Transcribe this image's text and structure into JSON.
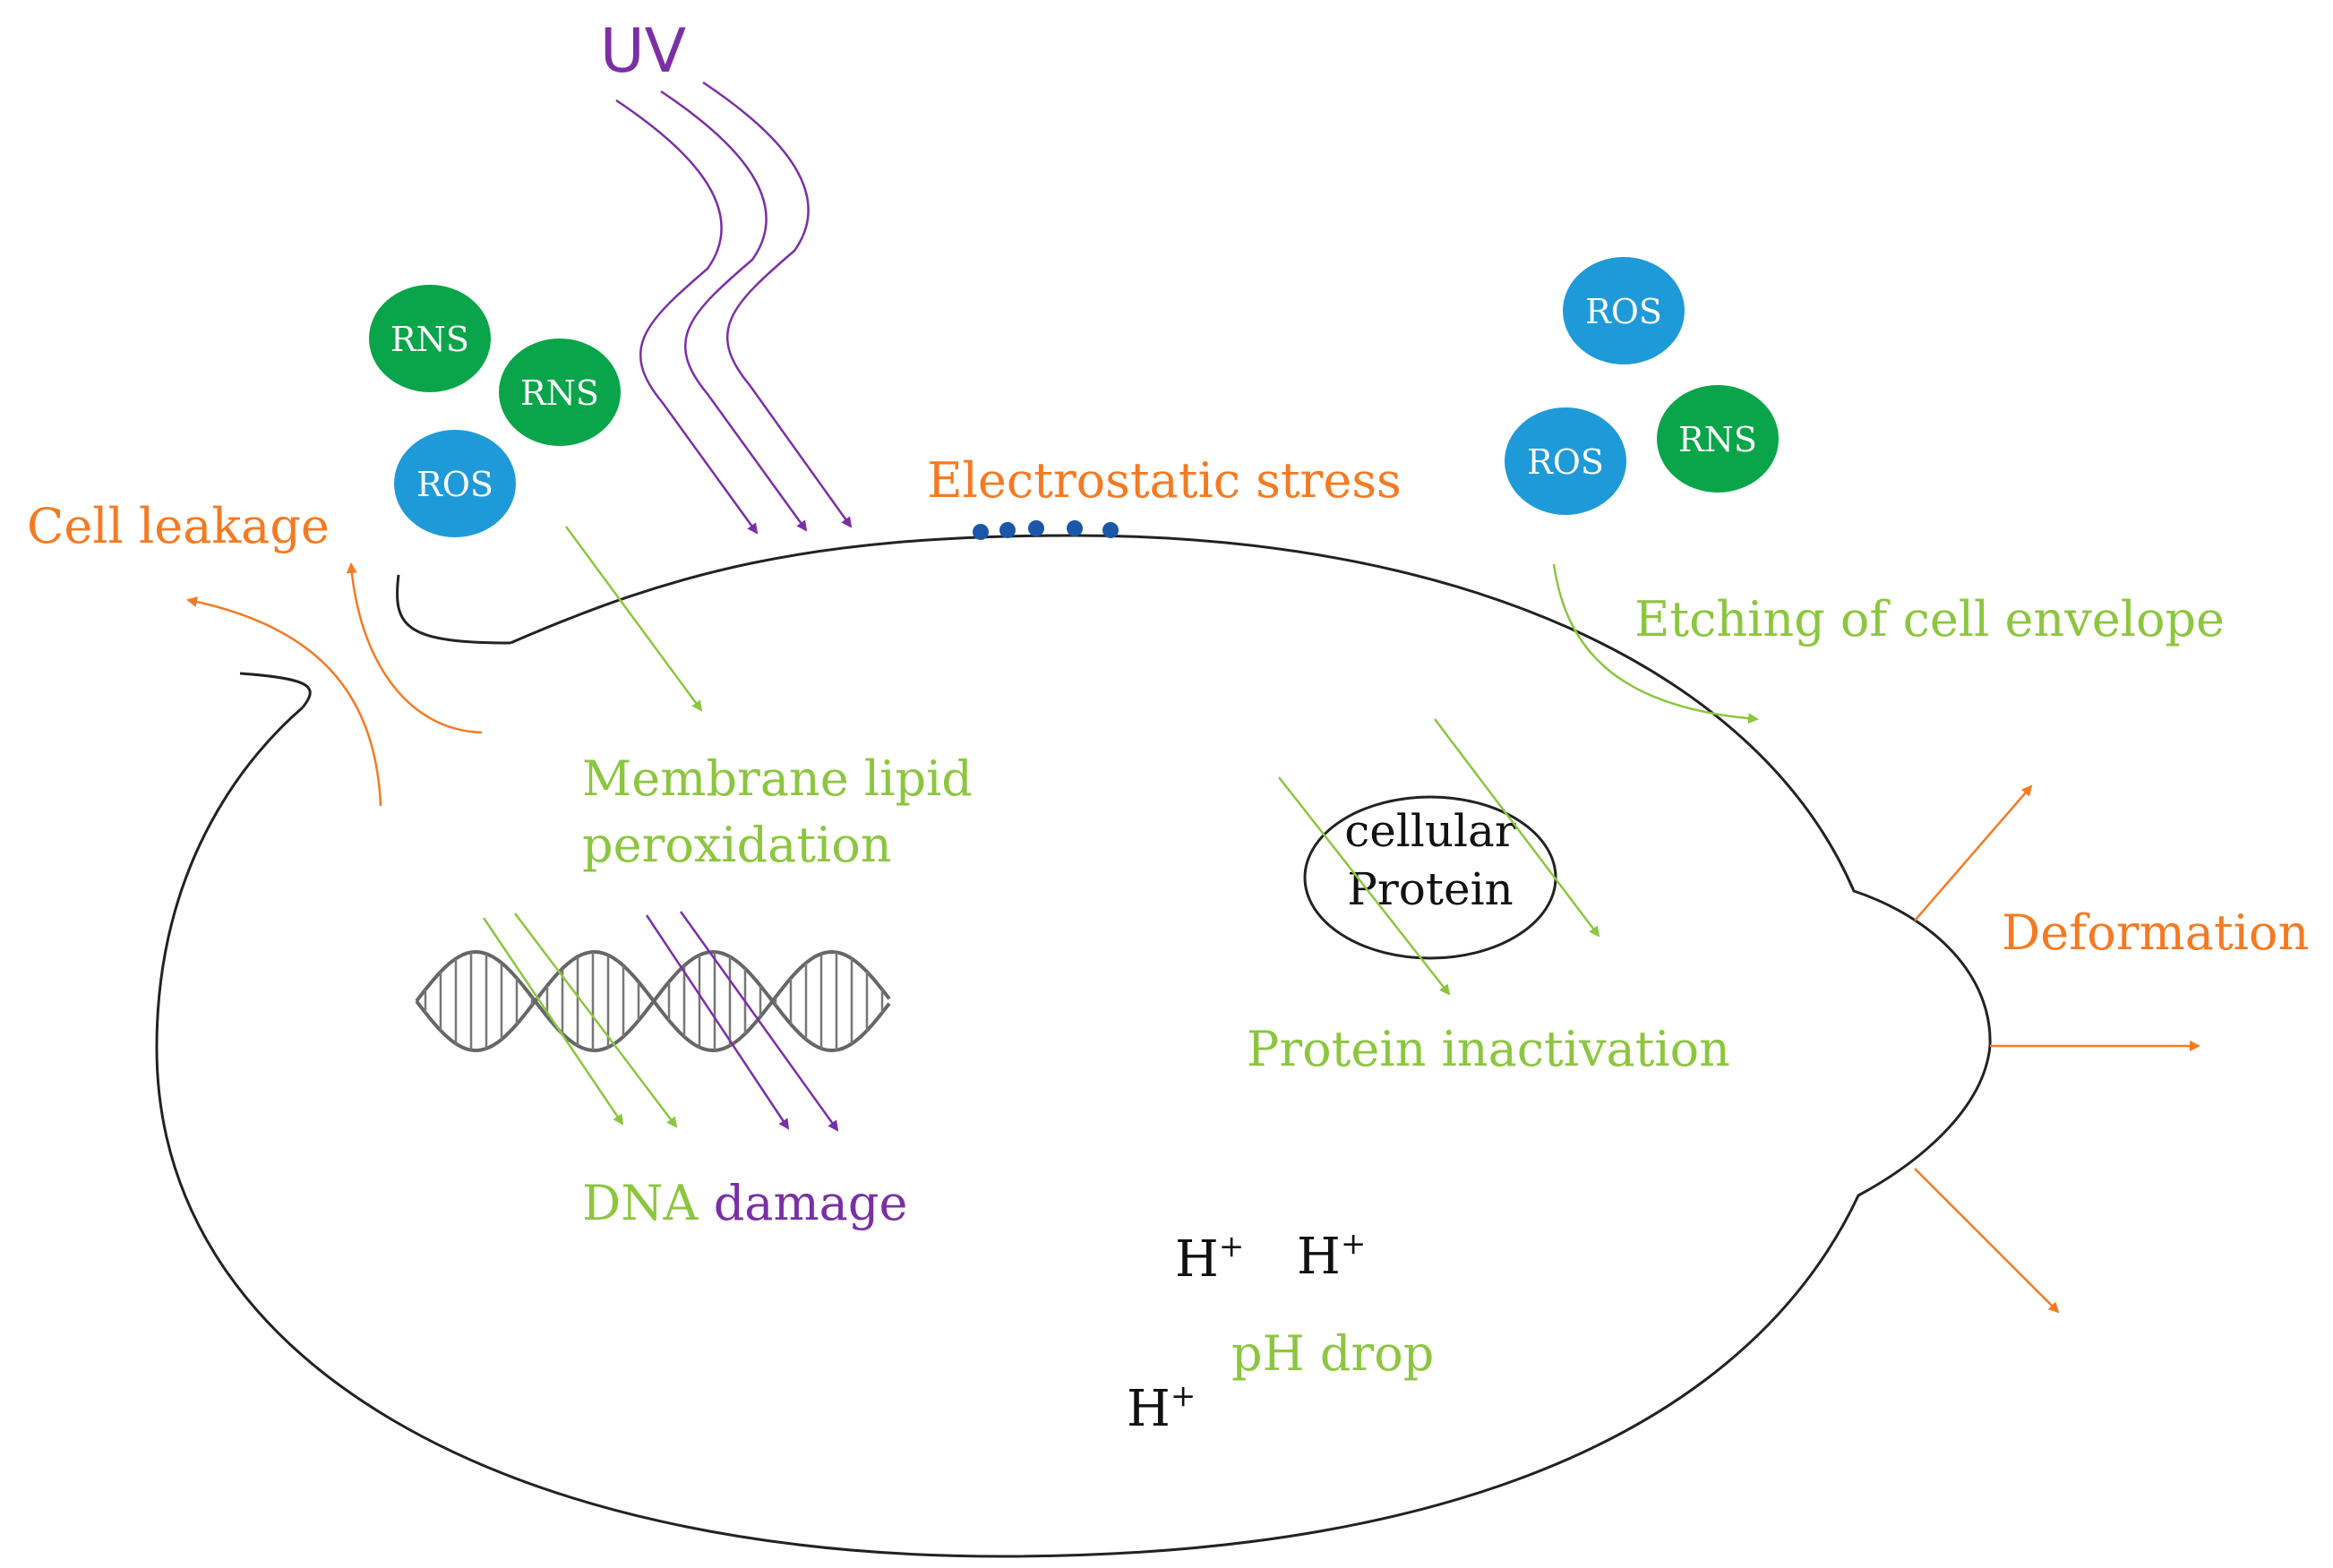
{
  "colors": {
    "orange": "#f47a22",
    "green": "#8cc63f",
    "purple": "#7b2fa5",
    "ros_blue": "#1f9ad8",
    "rns_green": "#0aa54a",
    "black": "#222222",
    "charge_blue": "#1b57a8"
  },
  "labels": {
    "uv": "UV",
    "electrostatic_stress": "Electrostatic stress",
    "cell_leakage": "Cell leakage",
    "etching": "Etching of cell envelope",
    "membrane_line1": "Membrane lipid",
    "membrane_line2": "peroxidation",
    "protein_line1": "cellular",
    "protein_line2": "Protein",
    "protein_inactivation": "Protein inactivation",
    "deformation": "Deformation",
    "dna_word": "DNA",
    "damage_word": "damage",
    "ph_drop": "pH drop",
    "h_base": "H",
    "h_sup": "+"
  },
  "particles": {
    "rns": "RNS",
    "ros": "ROS"
  },
  "icons": [
    "dna-helix-icon",
    "uv-wave-icon",
    "charge-dots-icon"
  ]
}
